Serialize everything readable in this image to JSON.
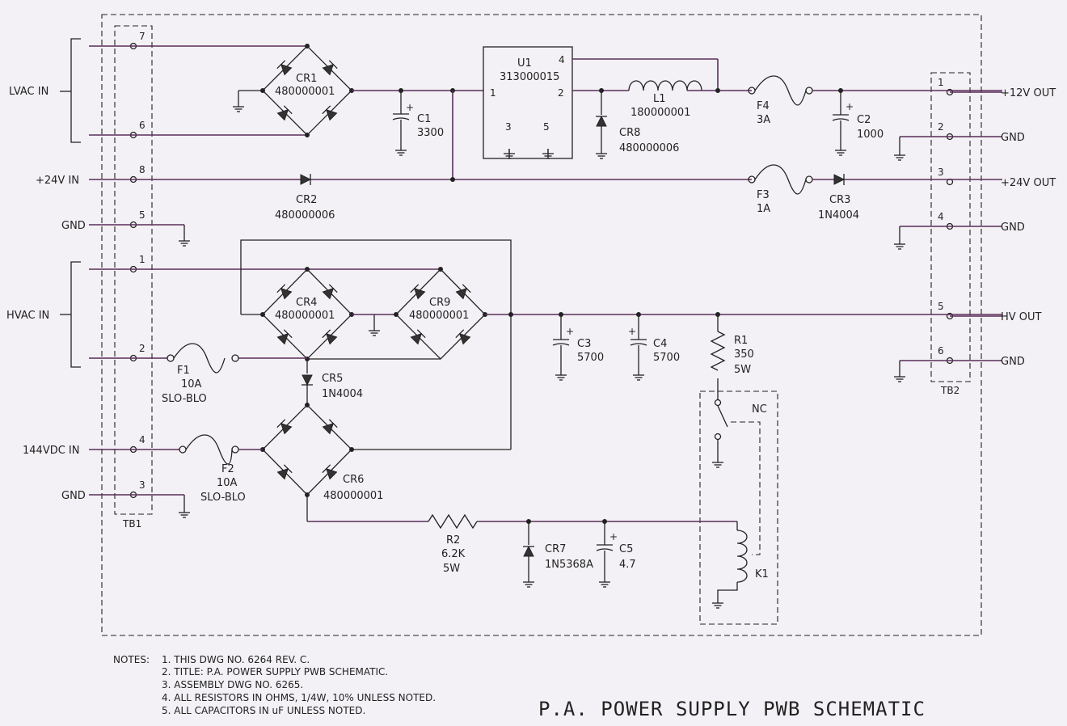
{
  "title": "P.A. POWER SUPPLY PWB SCHEMATIC",
  "notes": {
    "heading": "NOTES:",
    "items": [
      "1. THIS DWG NO. 6264 REV. C.",
      "2. TITLE: P.A. POWER SUPPLY PWB SCHEMATIC.",
      "3. ASSEMBLY DWG NO. 6265.",
      "4. ALL RESISTORS IN OHMS, 1/4W, 10% UNLESS NOTED.",
      "5. ALL CAPACITORS IN uF UNLESS NOTED."
    ]
  },
  "inputs": {
    "lvac": "LVAC IN",
    "v24": "+24V IN",
    "gnd1": "GND",
    "hvac": "HVAC IN",
    "v144": "144VDC IN",
    "gnd2": "GND"
  },
  "outputs": {
    "o12": "+12V OUT",
    "gnd1": "GND",
    "o24": "+24V OUT",
    "gnd2": "GND",
    "hv": "HV OUT",
    "gnd3": "GND"
  },
  "tb1": {
    "label": "TB1",
    "pins": [
      "7",
      "6",
      "8",
      "5",
      "1",
      "2",
      "4",
      "3"
    ]
  },
  "tb2": {
    "label": "TB2",
    "pins": [
      "1",
      "2",
      "3",
      "4",
      "5",
      "6"
    ]
  },
  "components": {
    "cr1": {
      "ref": "CR1",
      "value": "480000001"
    },
    "c1": {
      "ref": "C1",
      "value": "3300"
    },
    "u1": {
      "ref": "U1",
      "value": "313000015",
      "p1": "1",
      "p2": "2",
      "p3": "3",
      "p4": "4",
      "p5": "5"
    },
    "l1": {
      "ref": "L1",
      "value": "180000001"
    },
    "cr8": {
      "ref": "CR8",
      "value": "480000006"
    },
    "f4": {
      "ref": "F4",
      "value": "3A"
    },
    "c2": {
      "ref": "C2",
      "value": "1000"
    },
    "cr2": {
      "ref": "CR2",
      "value": "480000006"
    },
    "f3": {
      "ref": "F3",
      "value": "1A"
    },
    "cr3": {
      "ref": "CR3",
      "value": "1N4004"
    },
    "cr4": {
      "ref": "CR4",
      "value": "480000001"
    },
    "cr9": {
      "ref": "CR9",
      "value": "480000001"
    },
    "c3": {
      "ref": "C3",
      "value": "5700"
    },
    "c4": {
      "ref": "C4",
      "value": "5700"
    },
    "r1": {
      "ref": "R1",
      "value": "350",
      "power": "5W"
    },
    "f1": {
      "ref": "F1",
      "value": "10A",
      "type": "SLO-BLO"
    },
    "cr5": {
      "ref": "CR5",
      "value": "1N4004"
    },
    "f2": {
      "ref": "F2",
      "value": "10A",
      "type": "SLO-BLO"
    },
    "cr6": {
      "ref": "CR6",
      "value": "480000001"
    },
    "r2": {
      "ref": "R2",
      "value": "6.2K",
      "power": "5W"
    },
    "cr7": {
      "ref": "CR7",
      "value": "1N5368A"
    },
    "c5": {
      "ref": "C5",
      "value": "4.7"
    },
    "k1": {
      "ref": "K1",
      "nc": "NC"
    },
    "plus": "+"
  }
}
